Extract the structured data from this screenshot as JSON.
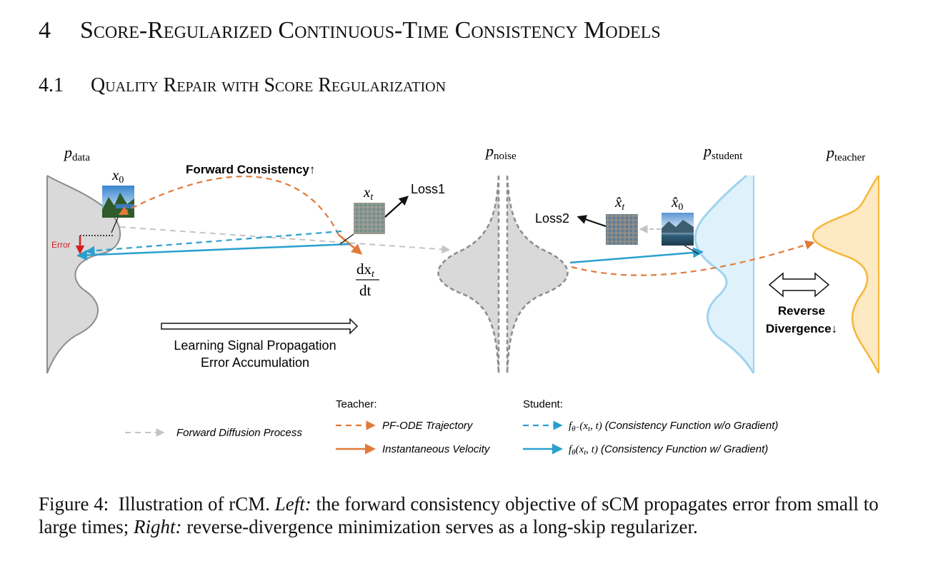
{
  "section": {
    "number": "4",
    "title": "Score-Regularized Continuous-Time Consistency Models"
  },
  "subsection": {
    "number": "4.1",
    "title": "Quality Repair with Score Regularization"
  },
  "figure": {
    "dist_labels": {
      "data": {
        "main": "p",
        "sub": "data"
      },
      "noise": {
        "main": "p",
        "sub": "noise"
      },
      "student": {
        "main": "p",
        "sub": "student"
      },
      "teacher": {
        "main": "p",
        "sub": "teacher"
      }
    },
    "points": {
      "x0": {
        "main": "x",
        "sub": "0"
      },
      "xt": {
        "main": "x",
        "sub": "t"
      },
      "xhat_t": {
        "main": "x̂",
        "sub": "t"
      },
      "xhat_0": {
        "main": "x̂",
        "sub": "0"
      },
      "dxdt_num": "dx",
      "dxdt_num_sub": "t",
      "dxdt_den": "dt"
    },
    "labels": {
      "forward_consistency": "Forward Consistency↑",
      "loss1": "Loss1",
      "loss2": "Loss2",
      "error": "Error",
      "signal_line1": "Learning Signal Propagation",
      "signal_line2": "Error Accumulation",
      "reverse_line1": "Reverse",
      "reverse_line2": "Divergence↓"
    },
    "legend": {
      "forward": "Forward Diffusion Process",
      "teacher_head": "Teacher:",
      "pf_ode": "PF-ODE Trajectory",
      "velocity": "Instantaneous Velocity",
      "student_head": "Student:",
      "cf_nograd_math": "f",
      "cf_nograd_sub": "θ⁻",
      "cf_nograd_args": "(x",
      "cf_nograd_args_sub": "t",
      "cf_nograd_args_end": ", t)",
      "cf_nograd_text": "(Consistency Function w/o Gradient)",
      "cf_grad_math": "f",
      "cf_grad_sub": "θ",
      "cf_grad_args": "(x",
      "cf_grad_args_sub": "t",
      "cf_grad_args_end": ", t)",
      "cf_grad_text": "(Consistency Function w/ Gradient)"
    },
    "colors": {
      "orange": "#e07a3a",
      "blue": "#2aa0cf",
      "gray": "#c4c4c4",
      "red": "#d32020",
      "data_fill": "#d9d9d9",
      "student_fill": "#dff1fb",
      "teacher_fill": "#fde9c2",
      "teacher_stroke": "#f5b63a",
      "student_stroke": "#9fd4ef"
    }
  },
  "caption": {
    "label": "Figure 4:",
    "text1": "Illustration of rCM.",
    "left": "Left:",
    "text2": "the forward consistency objective of sCM propagates error from small to large times;",
    "right": "Right:",
    "text3": "reverse-divergence minimization serves as a long-skip regularizer."
  }
}
